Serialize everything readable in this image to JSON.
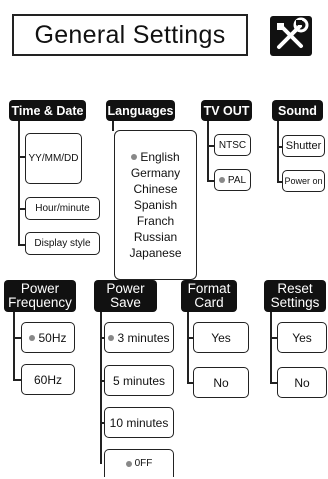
{
  "title": "General Settings",
  "icon": "tools-icon",
  "sections": {
    "time_date": {
      "header": "Time & Date",
      "options": [
        "YY/MM/DD",
        "Hour/minute",
        "Display style"
      ]
    },
    "languages": {
      "header": "Languages",
      "selected": "English",
      "options": [
        "English",
        "Germany",
        "Chinese",
        "Spanish",
        "Franch",
        "Russian",
        "Japanese"
      ]
    },
    "tv_out": {
      "header": "TV OUT",
      "selected": "PAL",
      "options": [
        "NTSC",
        "PAL"
      ]
    },
    "sound": {
      "header": "Sound",
      "options": [
        "Shutter",
        "Power on"
      ]
    },
    "power_frequency": {
      "header_line1": "Power",
      "header_line2": "Frequency",
      "selected": "50Hz",
      "options": [
        "50Hz",
        "60Hz"
      ]
    },
    "power_save": {
      "header_line1": "Power",
      "header_line2": "Save",
      "selected": "3 minutes",
      "options": [
        "3 minutes",
        "5 minutes",
        "10 minutes",
        "0FF"
      ]
    },
    "format_card": {
      "header_line1": "Format",
      "header_line2": "Card",
      "options": [
        "Yes",
        "No"
      ]
    },
    "reset_settings": {
      "header_line1": "Reset",
      "header_line2": "Settings",
      "options": [
        "Yes",
        "No"
      ]
    }
  }
}
